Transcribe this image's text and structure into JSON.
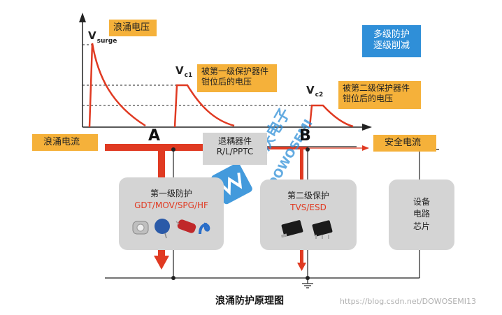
{
  "labels": {
    "surge_voltage": "浪涌电压",
    "v_symbol": "V",
    "v_surge_sub": "surge",
    "v_c1_sub": "c1",
    "v_c2_sub": "c2",
    "clamp_first_line1": "被第一级保护器件",
    "clamp_first_line2": "钳位后的电压",
    "clamp_second_line1": "被第二级保护器件",
    "clamp_second_line2": "钳位后的电压",
    "multi_level_line1": "多级防护",
    "multi_level_line2": "逐级削减",
    "surge_current": "浪涌电流",
    "safe_current": "安全电流",
    "decouple_line1": "退耦器件",
    "decouple_line2": "R/L/PPTC",
    "node_a": "A",
    "node_b": "B",
    "first_stage_title": "第一级防护",
    "first_stage_types": "GDT/MOV/SPG/HF",
    "second_stage_title": "第二级保护",
    "second_stage_types": "TVS/ESD",
    "device_line1": "设备",
    "device_line2": "电路",
    "device_line3": "芯片",
    "diagram_title": "浪涌防护原理图",
    "watermark_cn": "东沃电子",
    "watermark_en": "DOWOSEMI",
    "credit": "https://blog.csdn.net/DOWOSEMI13"
  },
  "colors": {
    "accent_red": "#e03a22",
    "label_orange": "#f5b13a",
    "info_blue": "#2f8fd8",
    "panel_gray": "#d4d4d4"
  },
  "icons": [
    "gdt-component-icon",
    "mov-component-icon",
    "spg-component-icon",
    "hf-component-icon",
    "tvs-chip-icon",
    "esd-chip-icon",
    "dowosemi-logo-icon",
    "ground-icon"
  ]
}
